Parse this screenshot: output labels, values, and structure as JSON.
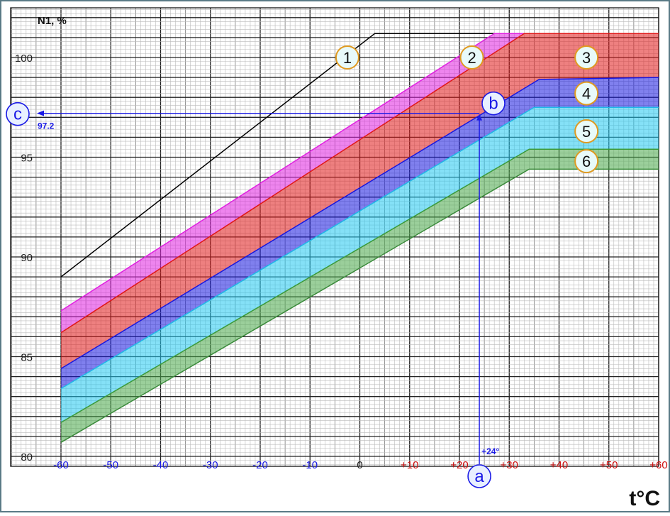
{
  "chart_data": {
    "type": "line",
    "ylabel": "N1, %",
    "xlabel": "t°C",
    "xlim": [
      -60,
      60
    ],
    "ylim": [
      80,
      102
    ],
    "grid": true,
    "x_ticks": [
      {
        "value": -60,
        "label": "-60",
        "color": "#1a1ae6"
      },
      {
        "value": -50,
        "label": "-50",
        "color": "#1a1ae6"
      },
      {
        "value": -40,
        "label": "-40",
        "color": "#1a1ae6"
      },
      {
        "value": -30,
        "label": "-30",
        "color": "#1a1ae6"
      },
      {
        "value": -20,
        "label": "-20",
        "color": "#1a1ae6"
      },
      {
        "value": -10,
        "label": "-10",
        "color": "#1a1ae6"
      },
      {
        "value": 0,
        "label": "0",
        "color": "#222222"
      },
      {
        "value": 10,
        "label": "+10",
        "color": "#d01010"
      },
      {
        "value": 20,
        "label": "+20",
        "color": "#d01010"
      },
      {
        "value": 30,
        "label": "+30",
        "color": "#d01010"
      },
      {
        "value": 40,
        "label": "+40",
        "color": "#d01010"
      },
      {
        "value": 50,
        "label": "+50",
        "color": "#d01010"
      },
      {
        "value": 60,
        "label": "+60",
        "color": "#d01010"
      }
    ],
    "y_ticks": [
      {
        "value": 80,
        "label": "80"
      },
      {
        "value": 85,
        "label": "85"
      },
      {
        "value": 90,
        "label": "90"
      },
      {
        "value": 95,
        "label": "95"
      },
      {
        "value": 100,
        "label": "100"
      }
    ],
    "series": [
      {
        "name": "1",
        "color": "#000000",
        "fill": "",
        "x": [
          -60,
          3,
          60
        ],
        "y": [
          89.0,
          101.2,
          101.2
        ]
      },
      {
        "name": "2",
        "color": "#e020e0",
        "fill": "#e020e0",
        "x": [
          -60,
          27,
          60
        ],
        "y": [
          87.3,
          101.2,
          101.2
        ]
      },
      {
        "name": "3",
        "color": "#e01818",
        "fill": "#e01818",
        "x": [
          -60,
          33,
          60
        ],
        "y": [
          86.2,
          101.2,
          101.2
        ]
      },
      {
        "name": "4",
        "color": "#1818e0",
        "fill": "#1818e0",
        "x": [
          -60,
          36,
          60
        ],
        "y": [
          84.4,
          98.9,
          99.0
        ]
      },
      {
        "name": "5",
        "color": "#20b8e8",
        "fill": "#20c8f0",
        "x": [
          -60,
          35,
          60
        ],
        "y": [
          83.4,
          97.5,
          97.5
        ]
      },
      {
        "name": "6",
        "color": "#3a9a3a",
        "fill": "#48a848",
        "x": [
          -60,
          34,
          60
        ],
        "y": [
          81.7,
          95.4,
          95.4
        ]
      },
      {
        "name": "",
        "color": "#3a8a3a",
        "fill": "",
        "x": [
          -60,
          34,
          60
        ],
        "y": [
          80.7,
          94.4,
          94.4
        ]
      }
    ],
    "labels": [
      {
        "text": "1",
        "x": -2.5,
        "y": 100.0
      },
      {
        "text": "2",
        "x": 22.5,
        "y": 100.0
      },
      {
        "text": "3",
        "x": 45.5,
        "y": 100.0
      },
      {
        "text": "4",
        "x": 45.5,
        "y": 98.2
      },
      {
        "text": "5",
        "x": 45.5,
        "y": 96.3
      },
      {
        "text": "6",
        "x": 45.5,
        "y": 94.8
      }
    ],
    "annotation": {
      "x_value": 24,
      "y_value": 97.2,
      "x_label": "+24°",
      "y_label": "97.2",
      "marker_a": "a",
      "marker_b": "b",
      "marker_c": "c",
      "color": "#1a1ae6"
    }
  }
}
